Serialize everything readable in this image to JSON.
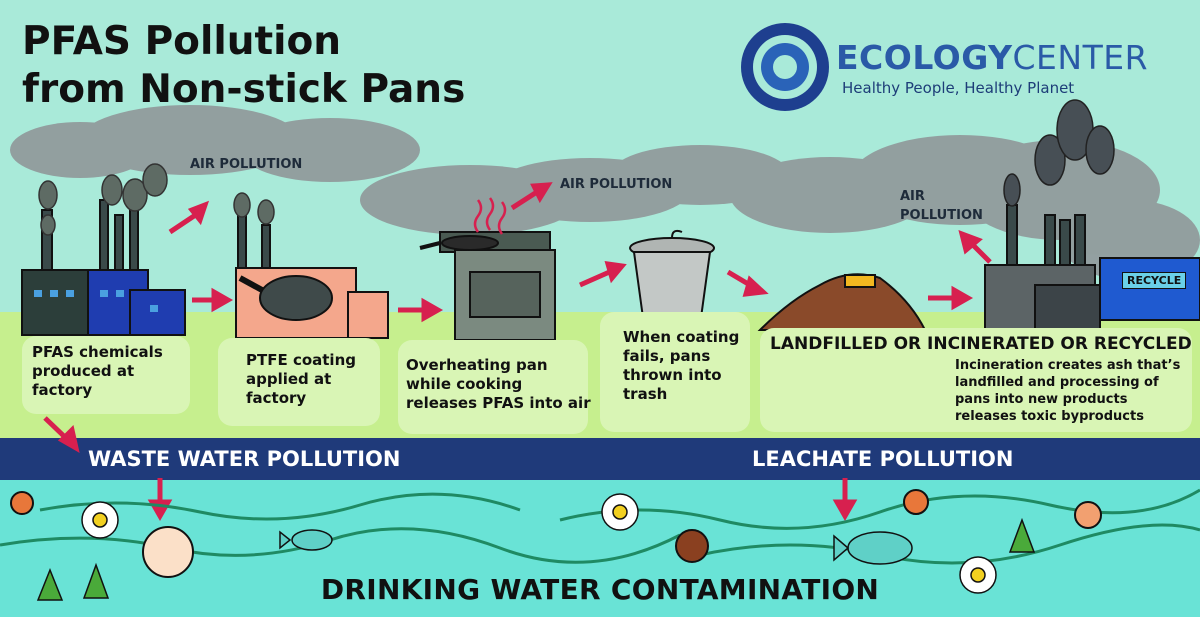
{
  "title": {
    "line1": "PFAS Pollution",
    "line2": "from Non-stick Pans"
  },
  "logo": {
    "name_bold": "ECOLOGY",
    "name_light": "CENTER",
    "tagline": "Healthy People, Healthy Planet"
  },
  "air_labels": {
    "a1": "AIR POLLUTION",
    "a2": "AIR POLLUTION",
    "a3_l1": "AIR",
    "a3_l2": "POLLUTION"
  },
  "steps": [
    {
      "lines": [
        "PFAS chemicals",
        "produced at",
        "factory"
      ]
    },
    {
      "lines": [
        "PTFE coating",
        "applied at",
        "factory"
      ]
    },
    {
      "lines": [
        "Overheating pan",
        "while cooking",
        "releases PFAS into air"
      ]
    },
    {
      "lines": [
        "When coating",
        "fails, pans",
        "thrown into",
        "trash"
      ]
    }
  ],
  "landfill": {
    "heading": "LANDFILLED OR INCINERATED OR RECYCLED",
    "lines": [
      "Incineration creates ash that’s",
      "landfilled and processing of",
      "pans into new products",
      "releases toxic byproducts"
    ]
  },
  "recycle_sign": "RECYCLE",
  "waste_water": "WASTE WATER POLLUTION",
  "leachate": "LEACHATE POLLUTION",
  "drinking_water": "DRINKING WATER CONTAMINATION",
  "colors": {
    "sky": "#a9ead9",
    "grass": "#c6ef8e",
    "band": "#1f3a7a",
    "water": "#69e3d6",
    "smoke": "#8f9396",
    "arrow": "#d7204f"
  }
}
